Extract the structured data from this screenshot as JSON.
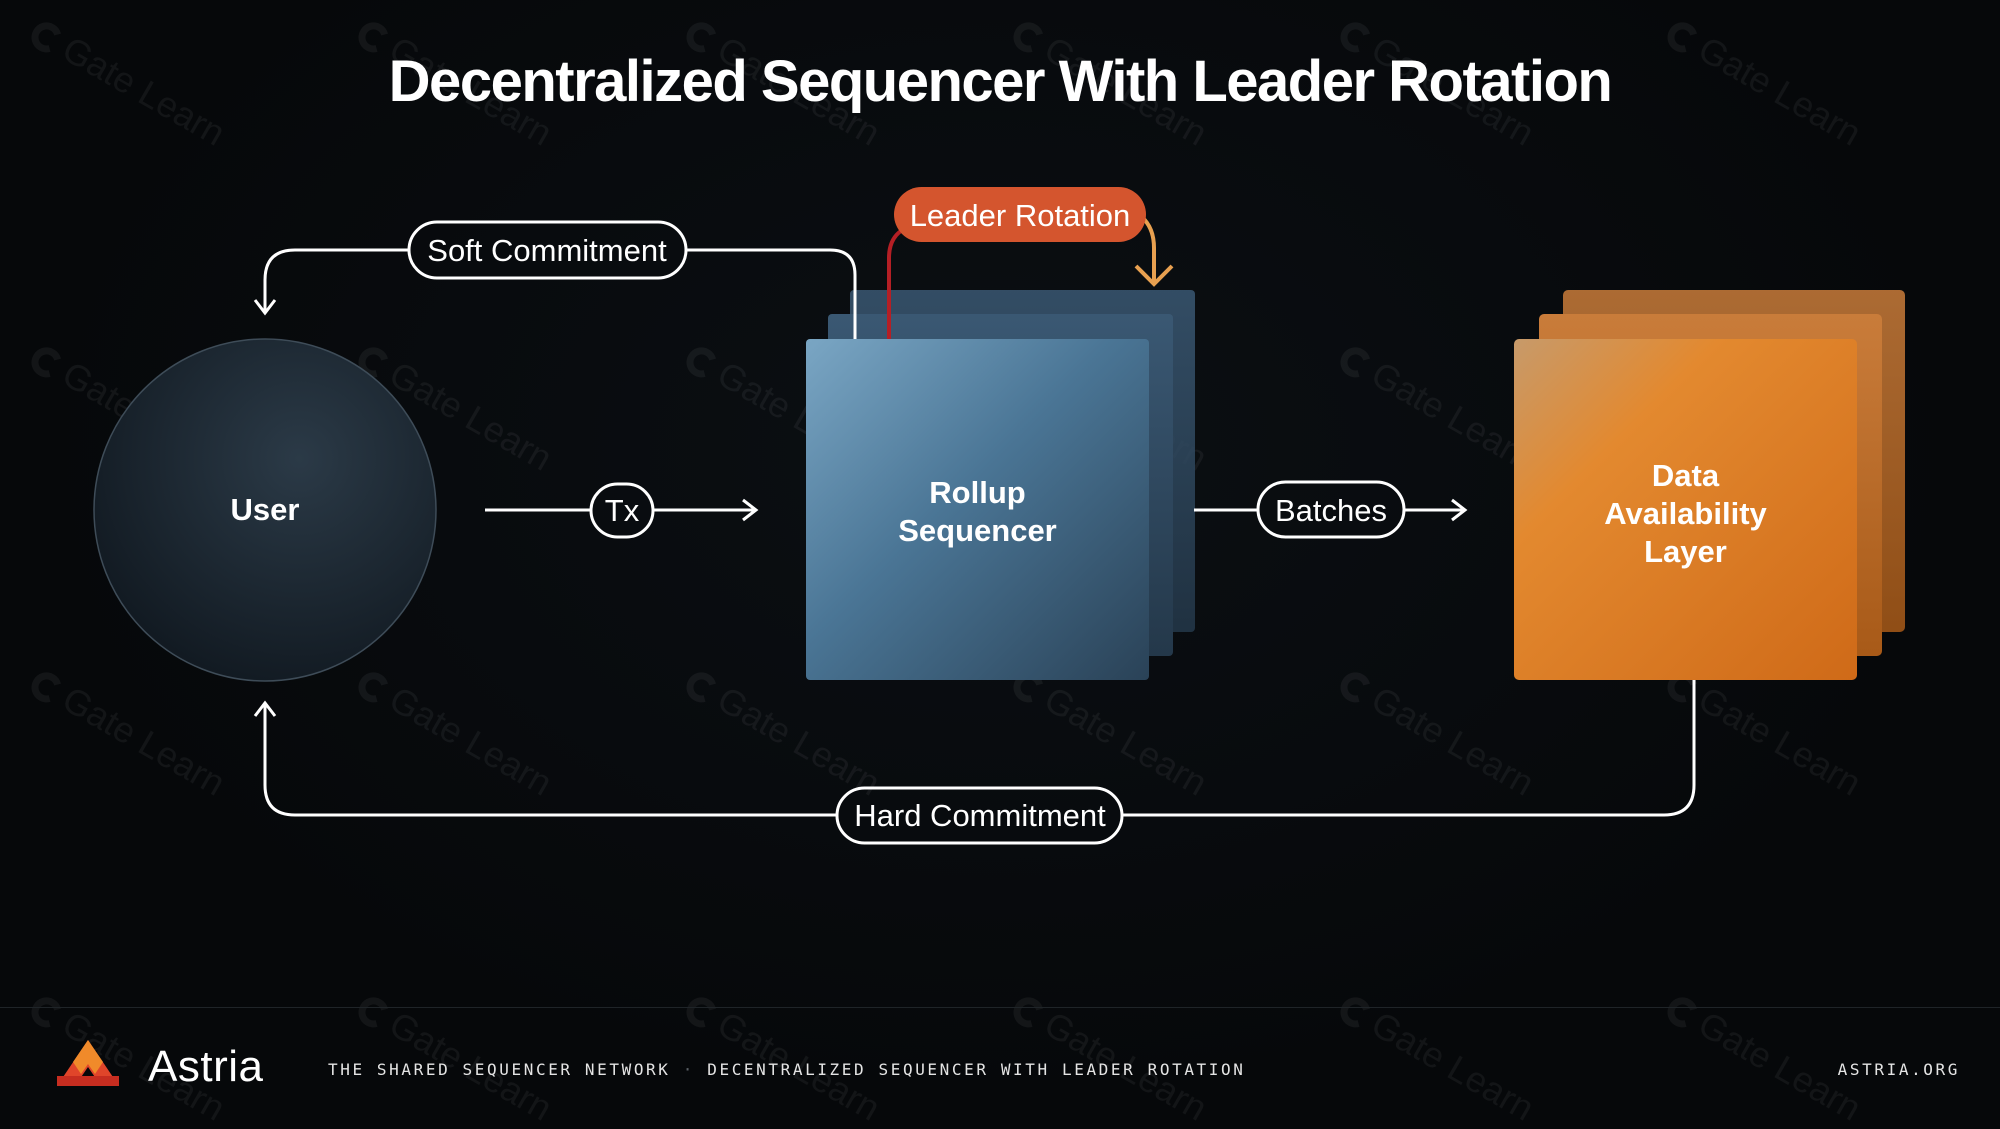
{
  "title": "Decentralized Sequencer With Leader Rotation",
  "nodes": {
    "user": "User",
    "rollup_sequencer": [
      "Rollup",
      "Sequencer"
    ],
    "data_availability": [
      "Data",
      "Availability",
      "Layer"
    ]
  },
  "edges": {
    "tx": "Tx",
    "batches": "Batches",
    "soft_commitment": "Soft Commitment",
    "hard_commitment": "Hard Commitment",
    "leader_rotation": "Leader Rotation"
  },
  "footer": {
    "brand": "Astria",
    "tagline": "THE SHARED SEQUENCER NETWORK",
    "separator": "·",
    "subtitle": "DECENTRALIZED SEQUENCER WITH LEADER ROTATION",
    "url": "ASTRIA.ORG"
  },
  "watermark": "Gate Learn",
  "colors": {
    "background": "#06080a",
    "user_node": "#1d2a35",
    "sequencer": "#4f7a9a",
    "data_availability": "#e0802a",
    "leader_rotation": "#d4552e",
    "leader_arrow": "#e8a050",
    "leader_line": "#b51f25"
  }
}
